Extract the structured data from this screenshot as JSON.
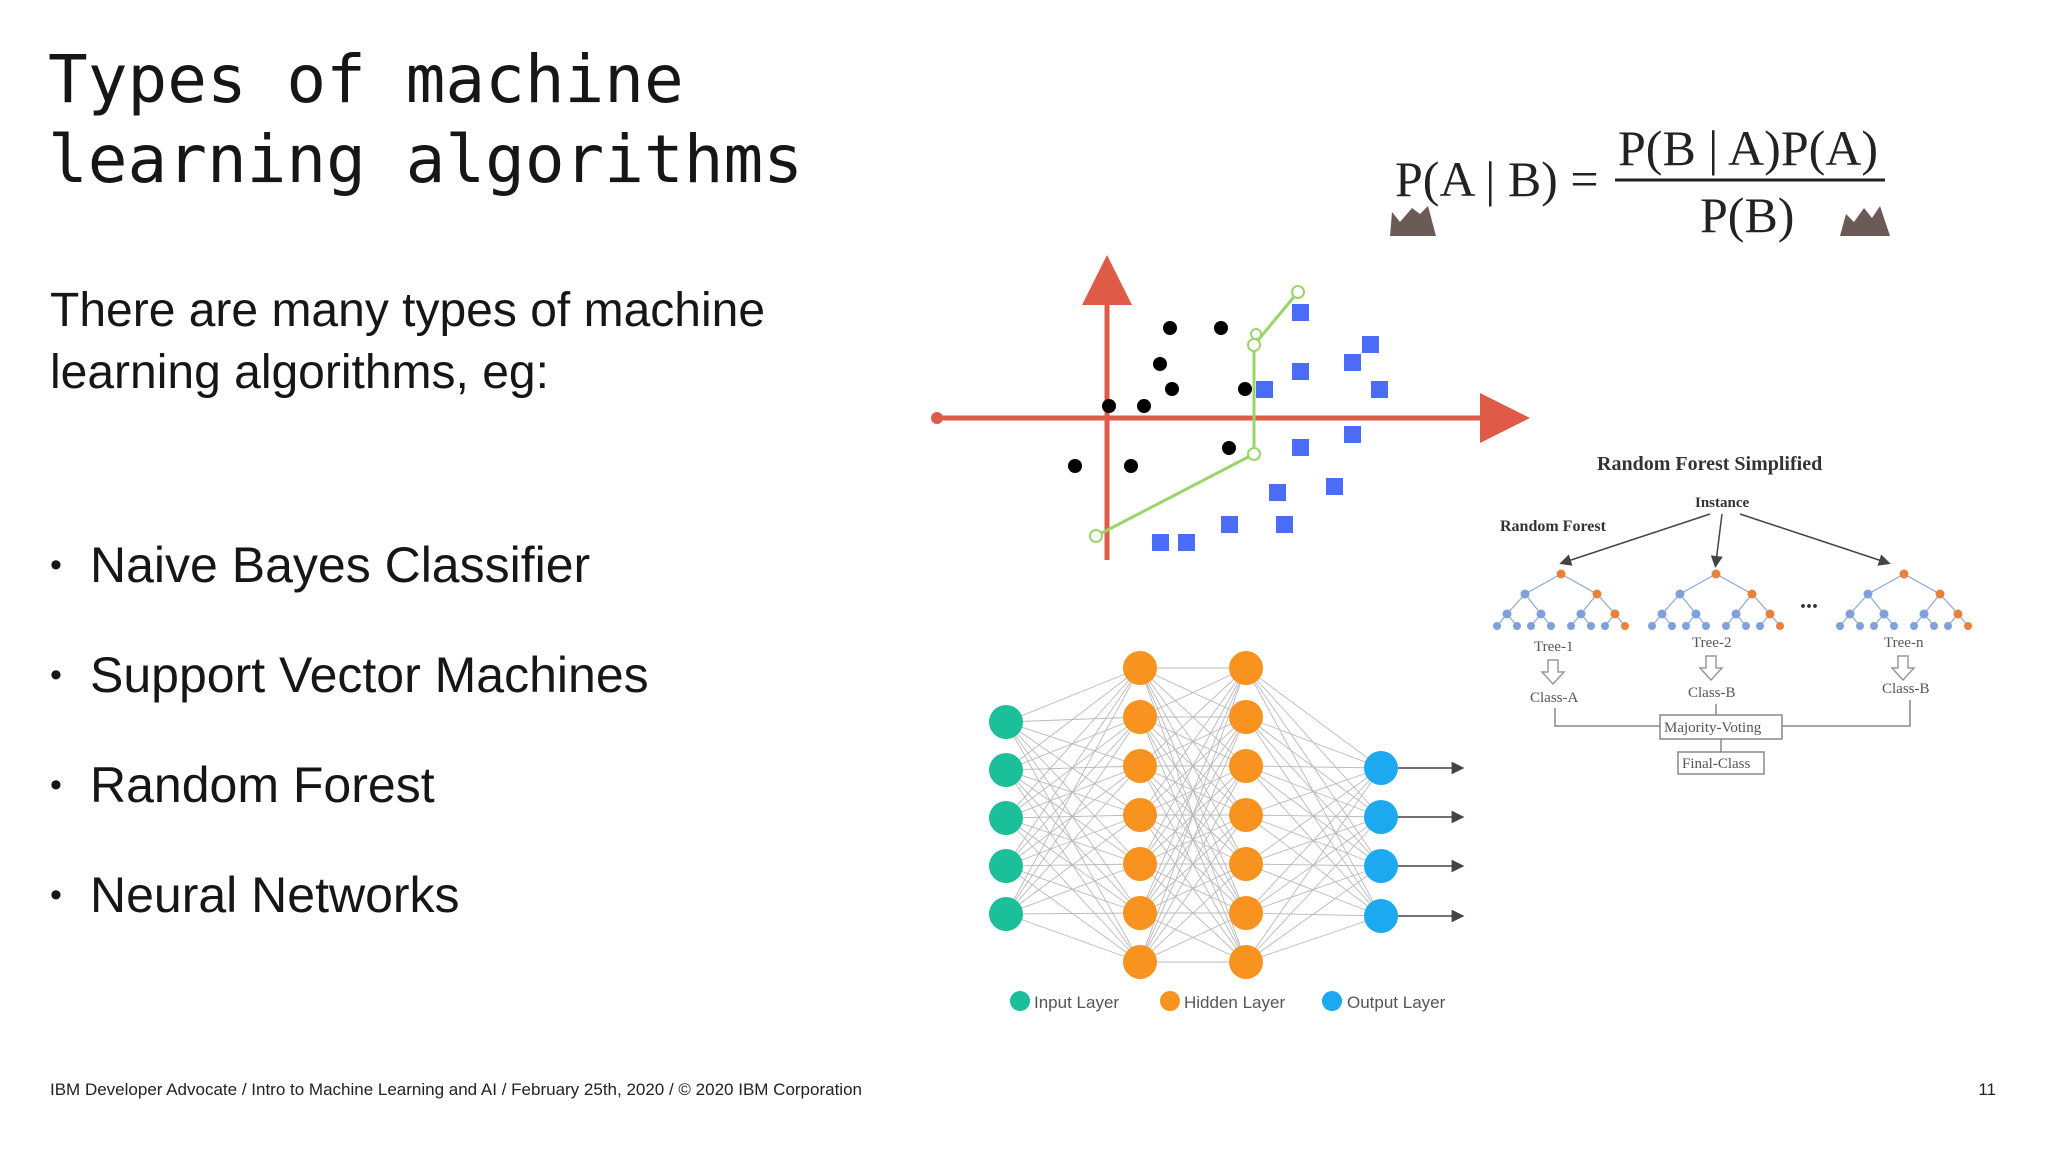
{
  "slide": {
    "title_lines": [
      "Types of machine",
      "learning algorithms"
    ],
    "intro_lines": [
      "There are many types of machine",
      "learning algorithms, eg:"
    ],
    "bullets": [
      "Naive Bayes Classifier",
      "Support Vector Machines",
      "Random Forest",
      "Neural Networks"
    ],
    "footer": "IBM Developer Advocate / Intro to Machine Learning and AI / February 25th, 2020 / © 2020 IBM Corporation",
    "page_number": "11"
  },
  "bayes_formula": {
    "lhs": "P(A | B) =",
    "numerator": "P(B | A)P(A)",
    "denominator": "P(B)"
  },
  "random_forest": {
    "title": "Random Forest Simplified",
    "instance": "Instance",
    "forest_label": "Random Forest",
    "trees": [
      "Tree-1",
      "Tree-2",
      "Tree-n"
    ],
    "classes": [
      "Class-A",
      "Class-B",
      "Class-B"
    ],
    "ellipsis": "...",
    "voting": "Majority-Voting",
    "final": "Final-Class"
  },
  "neural_net": {
    "legend": [
      "Input Layer",
      "Hidden Layer",
      "Output Layer"
    ],
    "colors": {
      "input": "#1bbf9a",
      "hidden": "#f7931e",
      "output": "#1ca9f0"
    }
  },
  "svm": {
    "colors": {
      "axis": "#e05a48",
      "boundary": "#9ad46a",
      "class_a": "#000000",
      "class_b": "#4a6cf7"
    }
  }
}
